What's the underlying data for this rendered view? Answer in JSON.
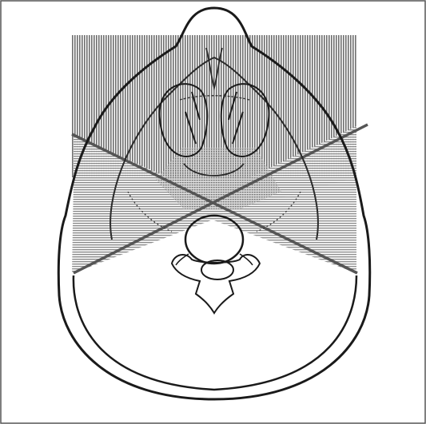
{
  "figure": {
    "description_visible_text": [],
    "colors": {
      "border": "#555555",
      "outline": "#1a1a1a",
      "upper_field_hatch": "#777777",
      "lateral_field_hatch": "#8a8a8a",
      "beam_edge": "#555555",
      "background": "#ffffff"
    },
    "structures": [
      "head-outline",
      "skull-inner-contour",
      "upper-radiation-field",
      "left-lateral-radiation-field",
      "right-lateral-radiation-field",
      "beam-crossing-overlap",
      "nasal-cavity",
      "maxillary-sinus-left",
      "maxillary-sinus-right",
      "vertebra-body",
      "spinal-canal",
      "vertebra-processes"
    ]
  }
}
